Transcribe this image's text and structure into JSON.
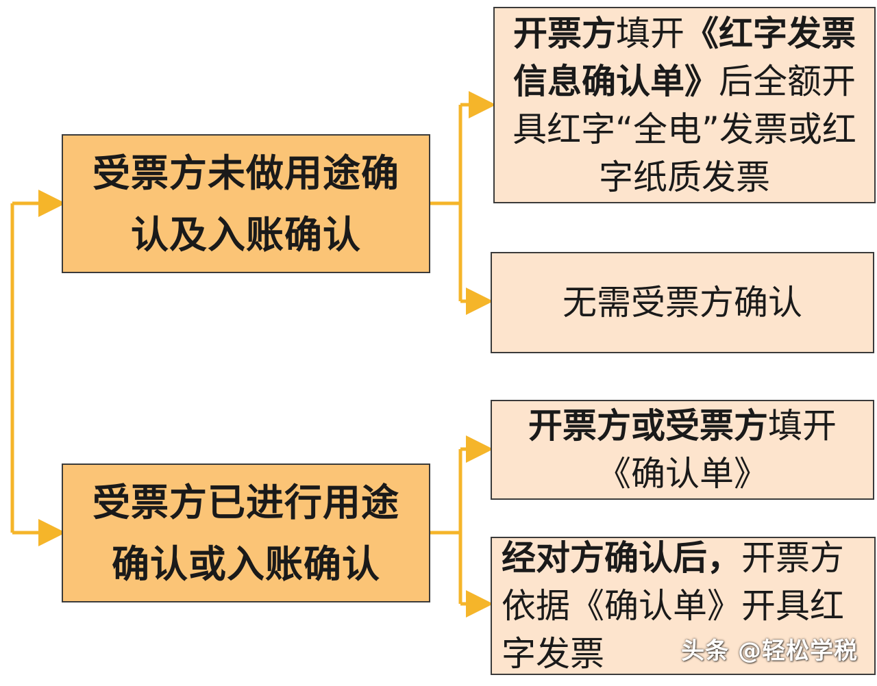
{
  "colors": {
    "connector": "#f5b52a",
    "main_box_fill": "#fbc476",
    "sub_box_fill": "#fde4cd",
    "border": "#3a3a3a"
  },
  "main_boxes": [
    {
      "label": "受票方未做用途确认及入账确认"
    },
    {
      "label": "受票方已进行用途确认或入账确认"
    }
  ],
  "outcomes": [
    {
      "bold": "开票方",
      "normal_1": "填开",
      "bold_2": "《红字发票信息确认单》",
      "normal_2": "后全额开具红字“全电”发票或红字纸质发票"
    },
    {
      "normal_1": "无需受票方确认"
    },
    {
      "bold": "开票方或受票方",
      "normal_1": "填开《确认单》"
    },
    {
      "bold": "经对方确认后，",
      "normal_1": "开票方依据《确认单》开具红字发票"
    }
  ],
  "watermark": "头条 @轻松学税"
}
